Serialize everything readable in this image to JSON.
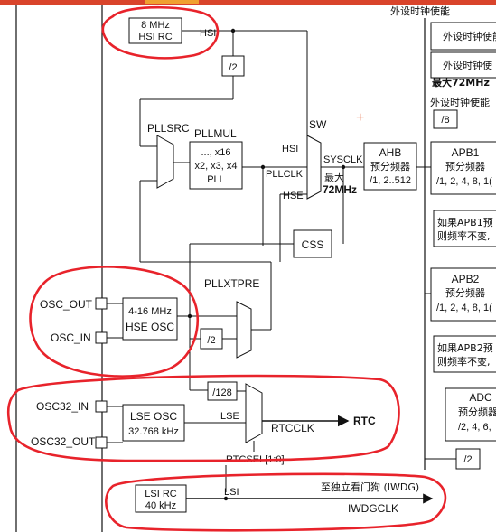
{
  "top_label": "外设时钟使能",
  "hsi_osc": {
    "line1": "8 MHz",
    "line2": "HSI RC"
  },
  "hsi_signal": "HSI",
  "div2_top": "/2",
  "pllsrc": "PLLSRC",
  "pllmul": {
    "title": "PLLMUL",
    "line1": "..., x16",
    "line2": "x2, x3, x4",
    "line3": "PLL"
  },
  "sw": "SW",
  "sw_inputs": {
    "hsi": "HSI",
    "pllclk": "PLLCLK",
    "hse": "HSE"
  },
  "sysclk": "SYSCLK",
  "sysclk_max": {
    "line1": "最大",
    "line2": "72MHz"
  },
  "ahb": {
    "line1": "AHB",
    "line2": "预分频器",
    "line3": "/1, 2..512"
  },
  "css": "CSS",
  "right_col": {
    "en1": "外设时钟使能",
    "en2": "外设时钟使",
    "max72": "最大72MHz",
    "en3": "外设时钟使能",
    "div8": "/8",
    "apb1": {
      "line1": "APB1",
      "line2": "预分频器",
      "line3": "/1, 2, 4, 8, 1("
    },
    "apb1_note": {
      "line1": "如果APB1预",
      "line2": "则频率不变,"
    },
    "apb2": {
      "line1": "APB2",
      "line2": "预分频器",
      "line3": "/1, 2, 4, 8, 1("
    },
    "apb2_note": {
      "line1": "如果APB2预",
      "line2": "则频率不变,"
    },
    "adc": {
      "line1": "ADC",
      "line2": "预分频器",
      "line3": "/2, 4, 6,"
    },
    "div2_bottom": "/2"
  },
  "hse_osc": {
    "pin_out": "OSC_OUT",
    "pin_in": "OSC_IN",
    "line1": "4-16 MHz",
    "line2": "HSE OSC"
  },
  "pllxtpre": "PLLXTPRE",
  "div2_hse": "/2",
  "div128": "/128",
  "lse_osc": {
    "pin_in": "OSC32_IN",
    "pin_out": "OSC32_OUT",
    "line1": "LSE OSC",
    "line2": "32.768 kHz"
  },
  "lse_signal": "LSE",
  "rtcclk": "RTCCLK",
  "rtc": "RTC",
  "rtcsel": "RTCSEL[1:0]",
  "lsi_osc": {
    "line1": "LSI RC",
    "line2": "40 kHz"
  },
  "lsi_signal": "LSI",
  "iwdg_note": "至独立看门狗 (IWDG)",
  "iwdgclk": "IWDGCLK",
  "colors": {
    "annotation": "#e8232b",
    "header": "#d9442b",
    "line": "#111111",
    "plus": "#e05020"
  }
}
